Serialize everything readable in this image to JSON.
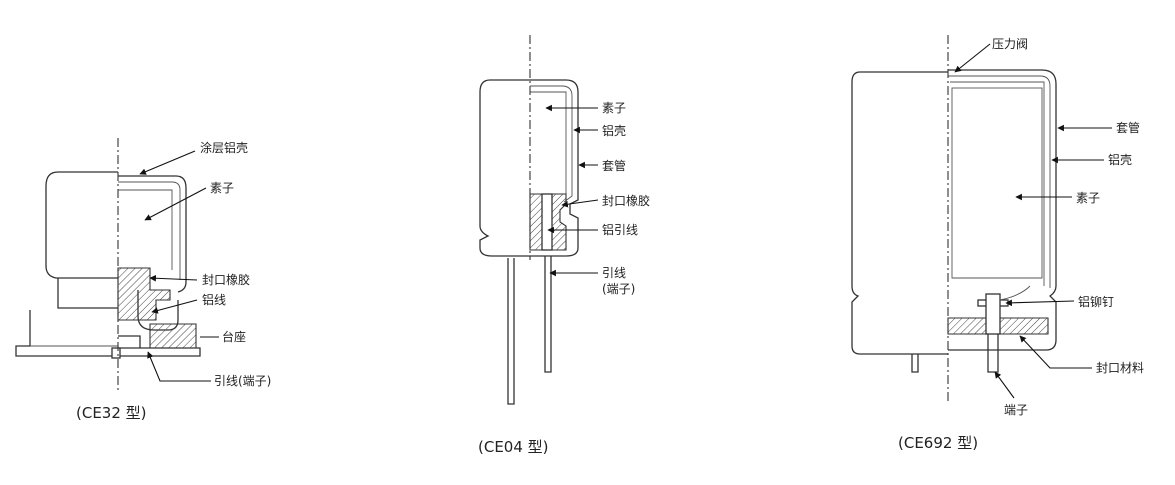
{
  "diagrams": [
    {
      "caption": "(CE32 型)",
      "labels": {
        "coated_can": "涂层铝壳",
        "element": "素子",
        "sealing_rubber": "封口橡胶",
        "aluminum_wire": "铝线",
        "base": "台座",
        "lead_terminal": "引线(端子)"
      }
    },
    {
      "caption": "(CE04 型)",
      "labels": {
        "element": "素子",
        "aluminum_can": "铝壳",
        "sleeve": "套管",
        "sealing_rubber": "封口橡胶",
        "aluminum_lead": "铝引线",
        "lead_line1": "引线",
        "lead_line2": "(端子)"
      }
    },
    {
      "caption": "(CE692 型)",
      "labels": {
        "pressure_valve": "压力阀",
        "sleeve": "套管",
        "aluminum_can": "铝壳",
        "element": "素子",
        "aluminum_rivet": "铝铆钉",
        "sealing_material": "封口材料",
        "terminal": "端子"
      }
    }
  ]
}
